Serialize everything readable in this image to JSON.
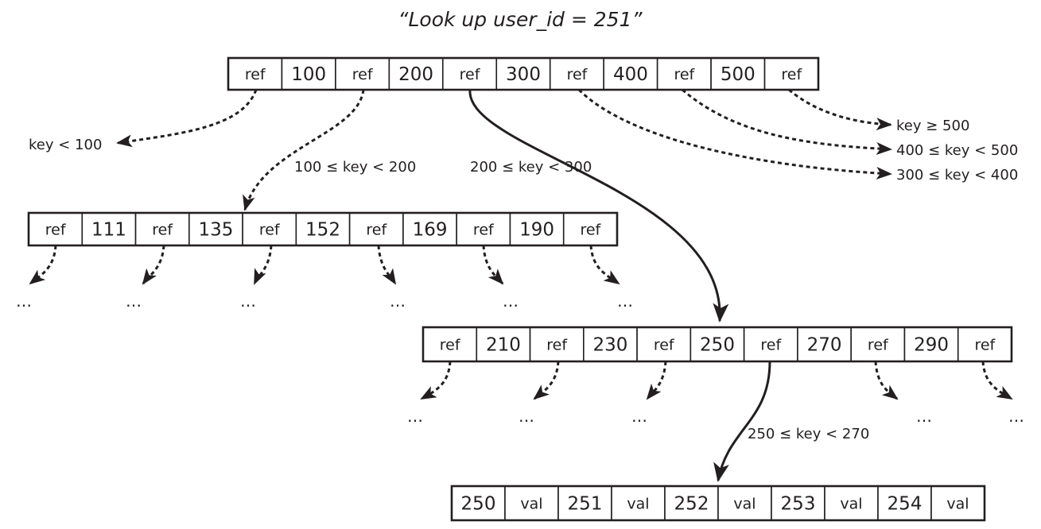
{
  "title": "“Look up user_id = 251”",
  "root_page": {
    "cells": [
      "ref",
      "100",
      "ref",
      "200",
      "ref",
      "300",
      "ref",
      "400",
      "ref",
      "500",
      "ref"
    ]
  },
  "range_labels": {
    "lt_100": "key < 100",
    "r100_200": "100 ≤ key < 200",
    "r200_300": "200 ≤ key < 300",
    "ge_500": "key ≥ 500",
    "r400_500": "400 ≤ key < 500",
    "r300_400": "300 ≤ key < 400",
    "r250_270": "250 ≤ key < 270"
  },
  "page_100_200": {
    "cells": [
      "ref",
      "111",
      "ref",
      "135",
      "ref",
      "152",
      "ref",
      "169",
      "ref",
      "190",
      "ref"
    ]
  },
  "page_200_300": {
    "cells": [
      "ref",
      "210",
      "ref",
      "230",
      "ref",
      "250",
      "ref",
      "270",
      "ref",
      "290",
      "ref"
    ]
  },
  "leaf_page": {
    "cells": [
      "250",
      "val",
      "251",
      "val",
      "252",
      "val",
      "253",
      "val",
      "254",
      "val"
    ]
  },
  "ellipsis": "…",
  "colors": {
    "ink": "#231f20",
    "background": "#ffffff"
  }
}
